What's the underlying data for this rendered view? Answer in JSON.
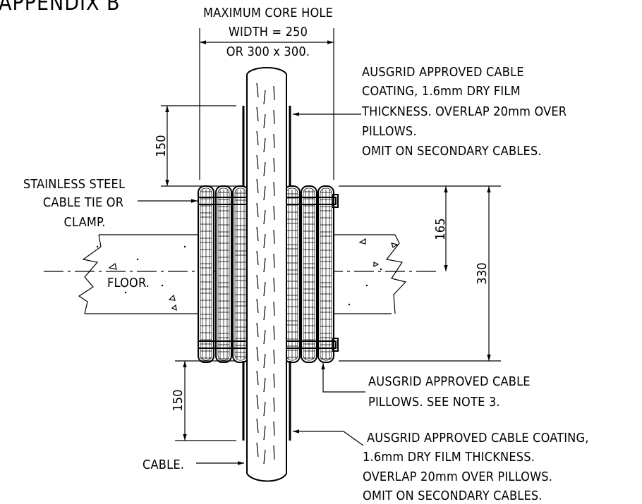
{
  "title": "APPENDIX B",
  "labels": {
    "core_hole": [
      "MAXIMUM CORE HOLE",
      "WIDTH = 250",
      "OR 300 x 300."
    ],
    "coating_top": [
      "AUSGRID APPROVED  CABLE",
      "COATING, 1.6mm DRY FILM",
      "THICKNESS. OVERLAP 20mm OVER",
      "PILLOWS.",
      "OMIT ON SECONDARY CABLES."
    ],
    "cable_tie": [
      "STAINLESS STEEL",
      "CABLE TIE OR",
      "CLAMP."
    ],
    "floor": "FLOOR.",
    "pillows": [
      "AUSGRID  APPROVED  CABLE",
      "PILLOWS.  SEE NOTE 3."
    ],
    "cable": "CABLE.",
    "coating_bottom": [
      "AUSGRID APPROVED CABLE COATING,",
      "1.6mm DRY FILM THICKNESS.",
      "OVERLAP 20mm OVER PILLOWS.",
      "OMIT ON SECONDARY CABLES."
    ]
  },
  "dimensions": {
    "top_overlap": "150",
    "bottom_overlap": "150",
    "half_height": "165",
    "total_height": "330"
  }
}
